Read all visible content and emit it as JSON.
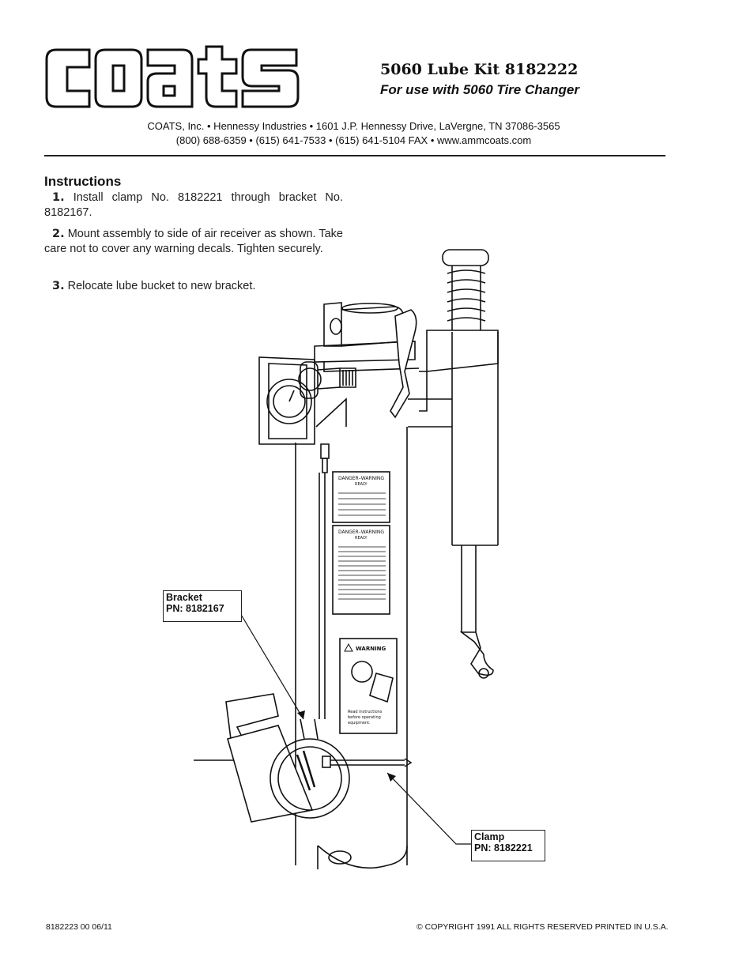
{
  "header": {
    "logo_text": "COATS",
    "title": "5060 Lube Kit 8182222",
    "subtitle": "For use with 5060 Tire Changer",
    "address_line1": "COATS, Inc. • Hennessy Industries • 1601 J.P. Hennessy Drive, LaVergne, TN 37086-3565",
    "address_line2": "(800) 688-6359 • (615) 641-7533 • (615) 641-5104 FAX • www.ammcoats.com"
  },
  "instructions": {
    "heading": "Instructions",
    "steps": [
      {
        "num": "1.",
        "text": "Install clamp No. 8182221 through bracket No. 8182167."
      },
      {
        "num": "2.",
        "text": "Mount assembly to side of air receiver as shown. Take care not to cover any warning decals. Tighten securely."
      },
      {
        "num": "3.",
        "text": "Relocate lube bucket to new bracket."
      }
    ]
  },
  "diagram": {
    "decal1_title": "DANGER–WARNING",
    "decal1_sub": "READ!",
    "decal2_title": "DANGER–WARNING",
    "decal2_sub": "READ!",
    "warning_title": "WARNING",
    "warning_text1": "Read instructions",
    "warning_text2": "before operating",
    "warning_text3": "equipment.",
    "callouts": {
      "bracket_line1": "Bracket",
      "bracket_line2": "PN: 8182167",
      "clamp_line1": "Clamp",
      "clamp_line2": "PN: 8182221"
    }
  },
  "footer": {
    "doc_number": "8182223 00 06/11",
    "copyright": "© COPYRIGHT 1991 ALL RIGHTS RESERVED PRINTED IN U.S.A."
  }
}
